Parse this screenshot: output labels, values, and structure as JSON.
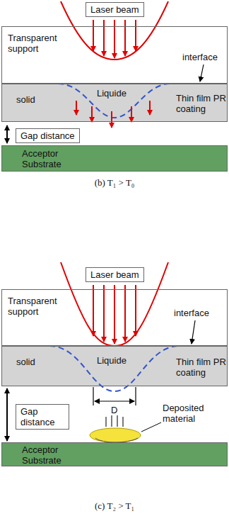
{
  "diagram": {
    "nodes": [
      {
        "text": [
          "Laser beam"
        ]
      },
      {
        "text": [
          "Transparent support"
        ]
      },
      {
        "text": [
          "solid",
          "Liquide",
          "Thin film PR coating"
        ]
      },
      {
        "text": [
          "Gap distance"
        ]
      },
      {
        "text": [
          "Acceptor Substrate"
        ]
      },
      {
        "text": [
          "Laser beam"
        ]
      },
      {
        "text": [
          "Transparent support"
        ]
      },
      {
        "text": [
          "solid",
          "Liquide",
          "Thin film PR coating"
        ]
      },
      {
        "text": [
          "Gap distance"
        ]
      },
      {
        "text": [
          "Acceptor Substrate"
        ]
      }
    ],
    "labels": [
      "interface",
      "(b) T₁ > T₀",
      "interface",
      "D",
      "Deposited material",
      "(c) T₂ > T₁"
    ]
  }
}
